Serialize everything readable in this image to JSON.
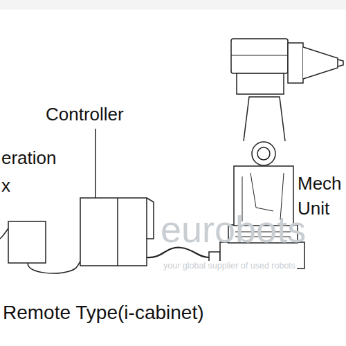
{
  "diagram": {
    "caption": "Remote Type(i-cabinet)",
    "labels": [
      "Controller",
      "eration x",
      "Mech Unit",
      "eurobots",
      "your global supplier of used robots"
    ]
  }
}
